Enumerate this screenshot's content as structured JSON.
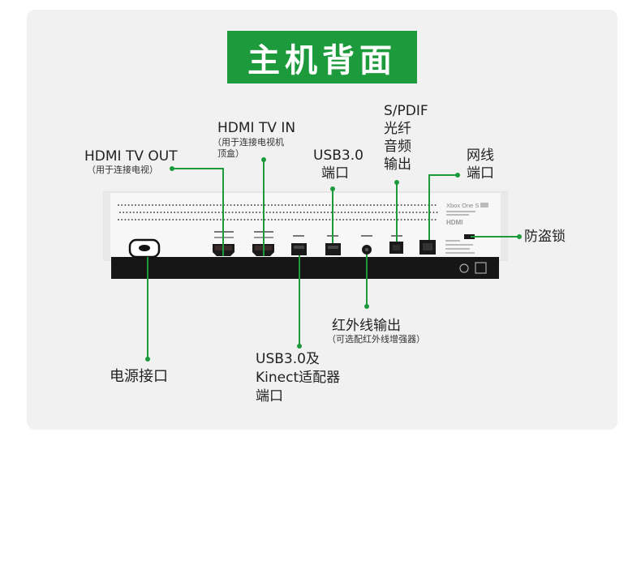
{
  "title": "主机背面",
  "labels": {
    "hdmi_out": "HDMI TV OUT",
    "hdmi_out_sub": "（用于连接电视）",
    "hdmi_in": "HDMI TV IN",
    "hdmi_in_sub_1": "（用于连接电视机",
    "hdmi_in_sub_2": "顶盒）",
    "usb_top_1": "USB3.0",
    "usb_top_2": "端口",
    "spdif_1": "S/PDIF",
    "spdif_2": "光纤",
    "spdif_3": "音频",
    "spdif_4": "输出",
    "network_1": "网线",
    "network_2": "端口",
    "lock": "防盗锁",
    "power": "电源接口",
    "usb_bottom_1": "USB3.0及",
    "usb_bottom_2": "Kinect适配器",
    "usb_bottom_3": "端口",
    "ir_out": "红外线输出",
    "ir_out_sub": "（可选配红外线增强器）"
  },
  "console": {
    "model_text": "Xbox One S",
    "hdmi_logo": "HDMI"
  },
  "colors": {
    "accent": "#1c9a3c",
    "card_bg": "#f1f1f1",
    "console_body": "#f7f7f7",
    "console_base": "#161616"
  }
}
